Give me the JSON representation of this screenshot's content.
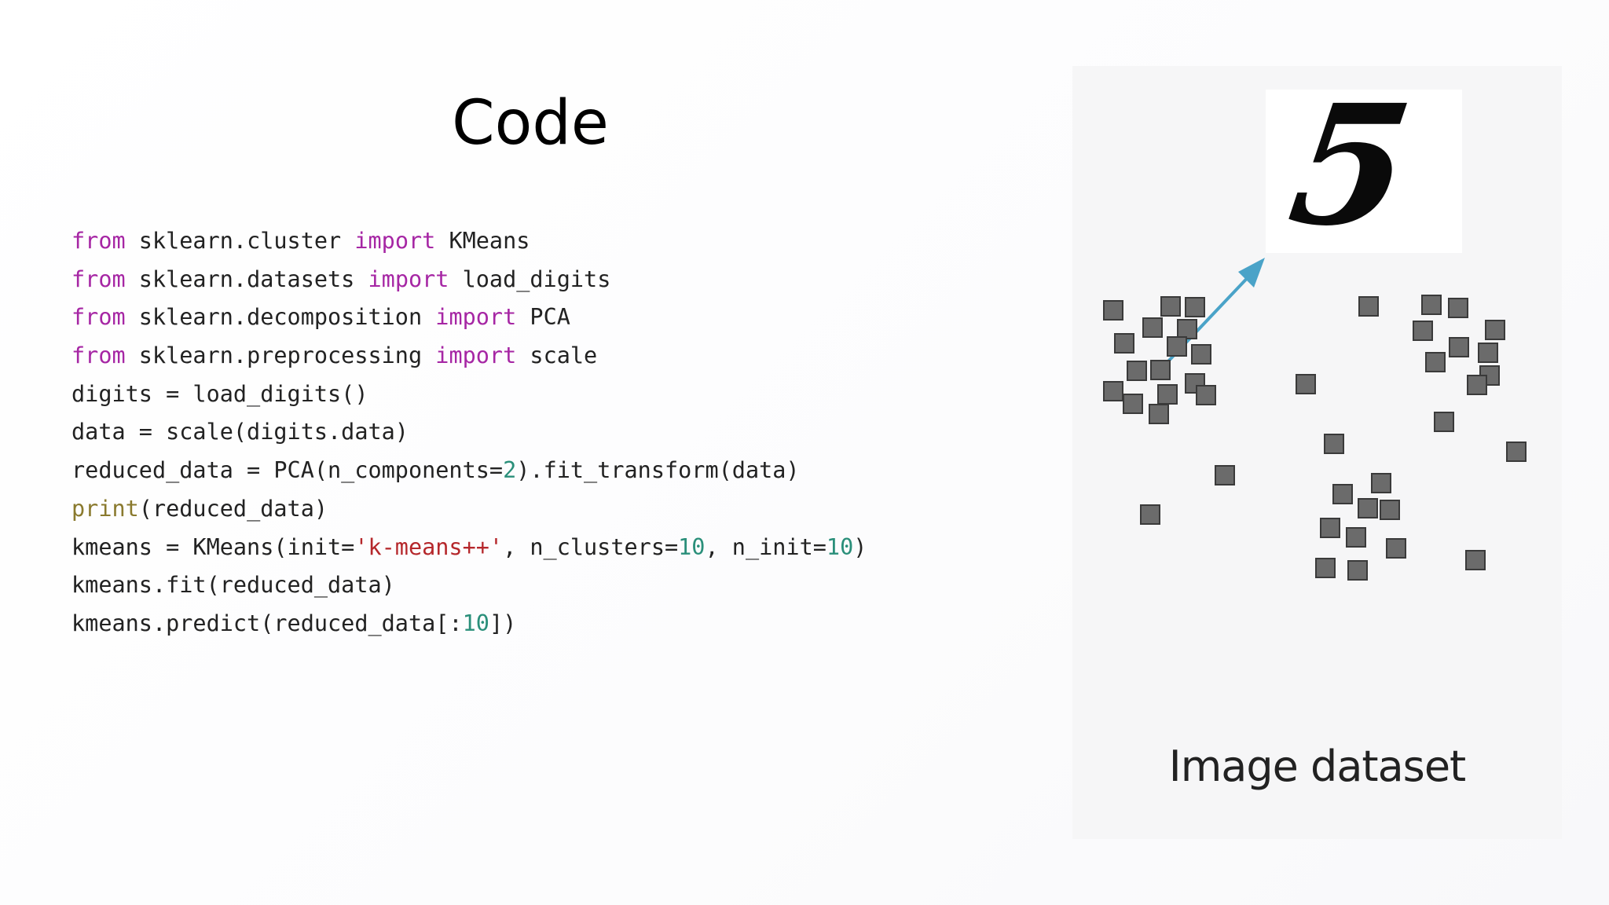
{
  "slide": {
    "title": "Code"
  },
  "code_lines": [
    [
      {
        "t": "from",
        "k": "kw"
      },
      {
        "t": " sklearn.cluster ",
        "k": "plain"
      },
      {
        "t": "import",
        "k": "kw"
      },
      {
        "t": " KMeans",
        "k": "plain"
      }
    ],
    [
      {
        "t": "from",
        "k": "kw"
      },
      {
        "t": " sklearn.datasets ",
        "k": "plain"
      },
      {
        "t": "import",
        "k": "kw"
      },
      {
        "t": " load_digits",
        "k": "plain"
      }
    ],
    [
      {
        "t": "from",
        "k": "kw"
      },
      {
        "t": " sklearn.decomposition ",
        "k": "plain"
      },
      {
        "t": "import",
        "k": "kw"
      },
      {
        "t": " PCA",
        "k": "plain"
      }
    ],
    [
      {
        "t": "from",
        "k": "kw"
      },
      {
        "t": " sklearn.preprocessing ",
        "k": "plain"
      },
      {
        "t": "import",
        "k": "kw"
      },
      {
        "t": " scale",
        "k": "plain"
      }
    ],
    [
      {
        "t": "digits = load_digits()",
        "k": "plain"
      }
    ],
    [
      {
        "t": "data = scale(digits.data)",
        "k": "plain"
      }
    ],
    [
      {
        "t": "reduced_data = PCA(n_components=",
        "k": "plain"
      },
      {
        "t": "2",
        "k": "num"
      },
      {
        "t": ").fit_transform(data)",
        "k": "plain"
      }
    ],
    [
      {
        "t": "print",
        "k": "builtin"
      },
      {
        "t": "(reduced_data)",
        "k": "plain"
      }
    ],
    [
      {
        "t": "kmeans = KMeans(init=",
        "k": "plain"
      },
      {
        "t": "'k-means++'",
        "k": "str"
      },
      {
        "t": ", n_clusters=",
        "k": "plain"
      },
      {
        "t": "10",
        "k": "num"
      },
      {
        "t": ", n_init=",
        "k": "plain"
      },
      {
        "t": "10",
        "k": "num"
      },
      {
        "t": ")",
        "k": "plain"
      }
    ],
    [
      {
        "t": "kmeans.fit(reduced_data)",
        "k": "plain"
      }
    ],
    [
      {
        "t": "kmeans.predict(reduced_data[:",
        "k": "plain"
      },
      {
        "t": "10",
        "k": "num"
      },
      {
        "t": "])",
        "k": "plain"
      }
    ]
  ],
  "image_panel": {
    "caption": "Image dataset",
    "digit_glyph": "5",
    "arrow_color": "#4aa3c8",
    "square_color": "#6b6b6b"
  },
  "colors": {
    "keyword": "#a626a4",
    "builtin": "#8a7a2e",
    "string": "#b5272b",
    "number": "#2a8f7a",
    "text": "#222222"
  }
}
